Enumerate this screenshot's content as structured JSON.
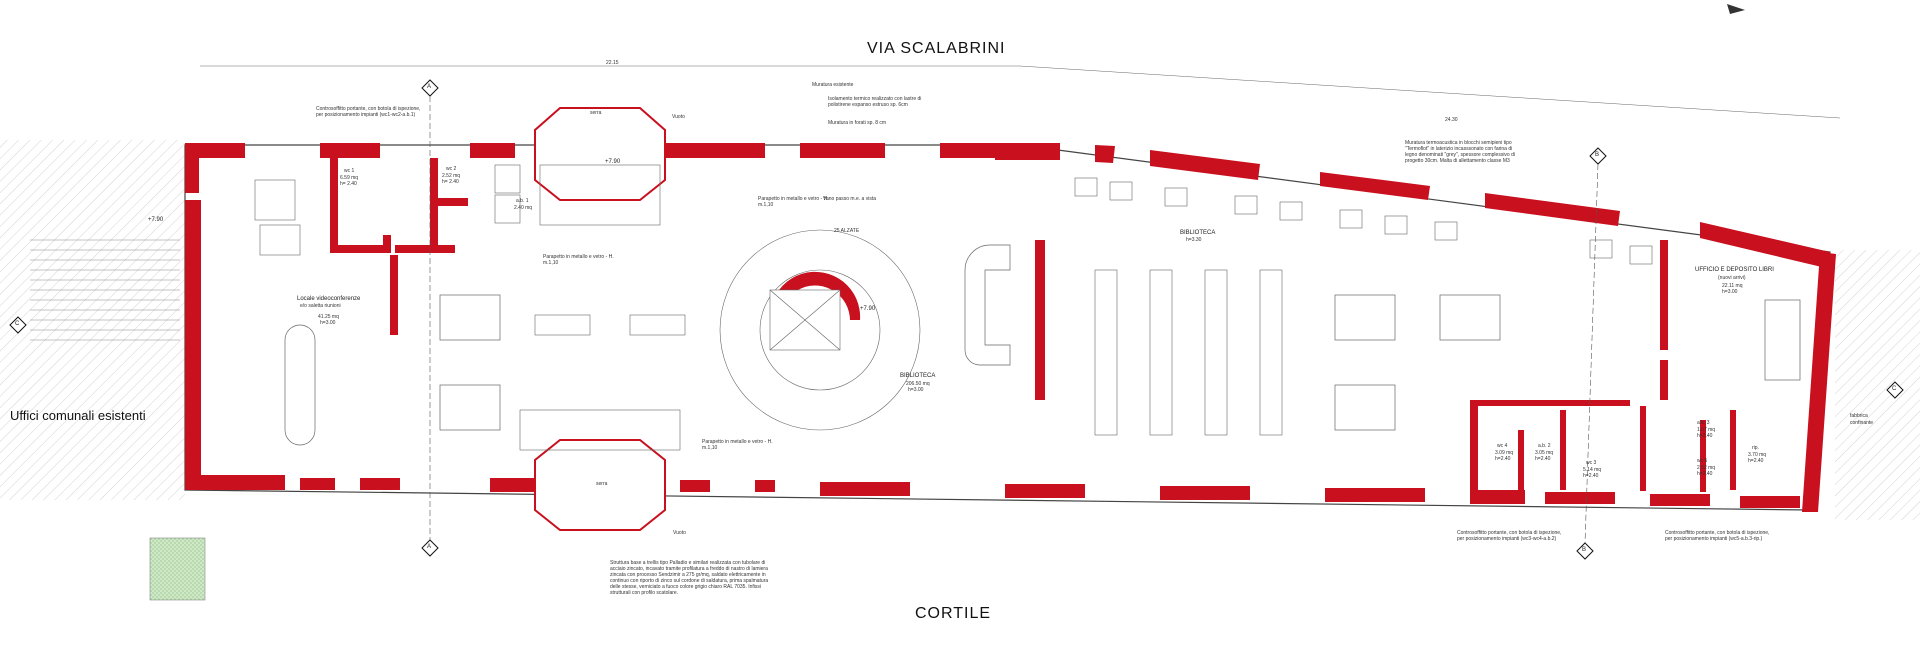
{
  "streets": {
    "north": "VIA   SCALABRINI",
    "south": "CORTILE"
  },
  "left_area": "Uffici comunali esistenti",
  "right_area": [
    "fabbrica",
    "confinante"
  ],
  "section_markers": {
    "a": "A",
    "b": "B",
    "c": "C"
  },
  "dimensions": {
    "top": "22.15",
    "right": "24.30"
  },
  "levels": {
    "level_7_90": "+7.90",
    "stair_label": "25 ALZATE"
  },
  "rooms": {
    "video": {
      "name": [
        "Locale videoconferenze",
        "e/o saletta riunioni"
      ],
      "area": "41.25 mq",
      "height": "h=3.00"
    },
    "wc1": {
      "name": "wc 1",
      "area": "6.59 mq",
      "height": "h= 2.40"
    },
    "wc2": {
      "name": "wc 2",
      "area": "2.52 mq",
      "height": "h= 2.40"
    },
    "as1": {
      "name": "a.b. 1",
      "area": "2.40 mq"
    },
    "serra_top": "serra",
    "serra_bottom": "serra",
    "biblioteca_top": {
      "name": "BIBLIOTECA",
      "height": "h=3.30"
    },
    "biblioteca": {
      "name": "BIBLIOTECA",
      "area": "206.50 mq",
      "height": "h=3.00"
    },
    "ufficio": {
      "name": [
        "UFFICIO E DEPOSITO LIBRI",
        "(nuovi arrivi)"
      ],
      "area": "22.11 mq",
      "height": "h=3.00"
    },
    "wc4": {
      "name": "wc 4",
      "area": "3.09 mq",
      "height": "h=2.40"
    },
    "as2": {
      "name": "a.b. 2",
      "area": "3.05 mq",
      "height": "h=2.40"
    },
    "wc3": {
      "name": "wc 3",
      "area": "5.14 mq",
      "height": "h=2.40"
    },
    "as3": {
      "name": "a.b. 3",
      "area": "1.67 mq",
      "height": "h=2.40"
    },
    "wc5": {
      "name": "wc 5",
      "area": "2.52 mq",
      "height": "h=2.40"
    },
    "rip": {
      "name": "rip.",
      "area": "3.70 mq",
      "height": "h=2.40"
    }
  },
  "notes": {
    "controsoffitto_top": "Controsoffitto portante, con botola di ispezione, per posizionamento impianti (wc1-wc2-a.b.1)",
    "muratura_esistente": "Muratura esistente",
    "isolamento": "Isolamento termico realizzato con lastre di polistirene espanso estruso sp. 6cm",
    "muratura_forati": "Muratura in forati sp. 8 cm",
    "vuoto_top": "Vuoto",
    "muratura_termoacustica": "Muratura termoacustica in blocchi semipieni tipo \"Termoflot\" in laterizio incasssonato con farina di legno denominati \"grey\", spessore complessivo di progetto 30cm. Malta di allettamento classe M3",
    "parapetto_top_left": "Parapetto in metallo e vetro - H. m.1,10",
    "parapetto_stair": "Parapetto in metallo e vetro - H. m.1,10",
    "vano_passo": "Vano passo m.e. a vista",
    "parapetto_bottom": "Parapetto in metallo e vetro - H. m.1,10",
    "vuoto_bottom": "Vuoto",
    "struttura_serra": "Struttura base a trellis tipo Palladio e similari realizzata con tubolare di acciaio zincato, incavato tramite profilatura a freddo di nastro di lamiera zincata con processo Sendzimir a 275 gr/mq, saldato elettricamente in continuo con riporto di zinco sul cordone di saldatura, prima spalmatura delle stesse, verniciato a fuoco colore grigio chiaro RAL 7035. Infissi strutturali con profilo scatolare.",
    "controsoffitto_wc4": "Controsoffitto portante, con botola di ispezione, per posizionamento impianti (wc3-wc4-a.b.2)",
    "controsoffitto_wc5": "Controsoffitto portante, con botola di ispezione, per posizionamento impianti (wc5-a.b.3-rip.)"
  },
  "colors": {
    "wall": "#c8101e",
    "line": "#555555",
    "hatch": "#999999",
    "green": "#c8e6c0"
  }
}
